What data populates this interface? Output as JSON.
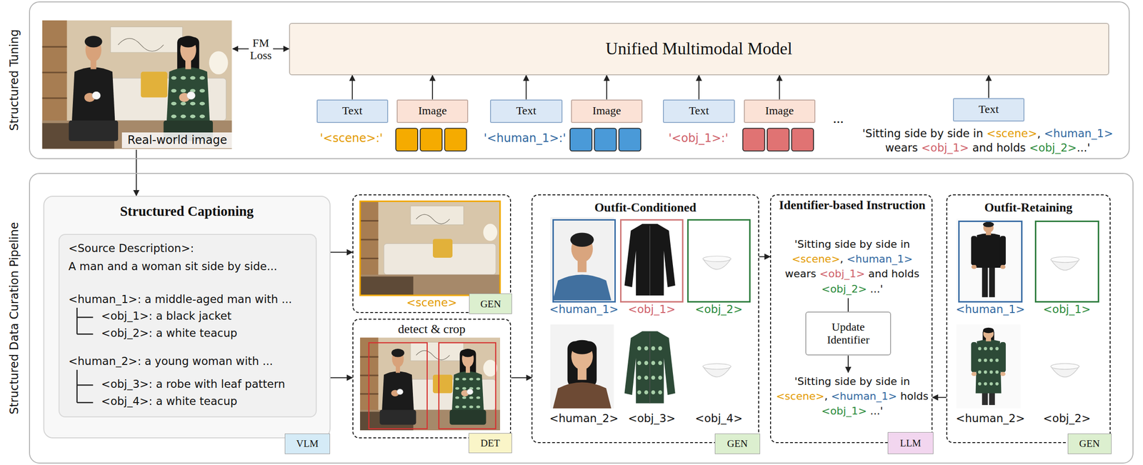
{
  "diagram": {
    "nodes": [
      {
        "text": [
          "Structured Tuning"
        ]
      },
      {
        "text": [
          "Real-world image"
        ],
        "in": 0
      },
      {
        "text": [
          "Unified Multimodal Model"
        ],
        "in": 0
      },
      {
        "text": [
          "Text"
        ],
        "in": 0
      },
      {
        "text": [
          "Image"
        ],
        "in": 0
      },
      {
        "text": [
          "Text"
        ],
        "in": 0
      },
      {
        "text": [
          "Image"
        ],
        "in": 0
      },
      {
        "text": [
          "Text"
        ],
        "in": 0
      },
      {
        "text": [
          "Image"
        ],
        "in": 0
      },
      {
        "text": [
          "Text"
        ],
        "in": 0
      },
      {
        "text": [
          "Structured Data Curation Pipeline"
        ]
      },
      {
        "text": [
          "Structured Captioning"
        ],
        "in": 10
      },
      {
        "text": [
          "<Source Description>:",
          "A man and a woman sit side by side...",
          "<human_1>: a middle-aged man with ...",
          "<obj_1>: a black jacket",
          "<obj_2>: a white teacup",
          "<human_2>: a young woman with ...",
          "<obj_3>: a robe with leaf pattern",
          "<obj_4>: a white teacup"
        ],
        "in": 11
      },
      {
        "text": [
          "VLM"
        ],
        "in": 11
      },
      {
        "text": [
          "<scene>"
        ],
        "in": 10
      },
      {
        "text": [
          "GEN"
        ],
        "in": 14
      },
      {
        "text": [
          "detect & crop"
        ],
        "in": 10
      },
      {
        "text": [
          "DET"
        ],
        "in": 16
      },
      {
        "text": [
          "Outfit-Conditioned"
        ],
        "in": 10
      },
      {
        "text": [
          "<human_1>"
        ],
        "in": 18
      },
      {
        "text": [
          "<obj_1>"
        ],
        "in": 18
      },
      {
        "text": [
          "<obj_2>"
        ],
        "in": 18
      },
      {
        "text": [
          "<human_2>"
        ],
        "in": 18
      },
      {
        "text": [
          "<obj_3>"
        ],
        "in": 18
      },
      {
        "text": [
          "<obj_4>"
        ],
        "in": 18
      },
      {
        "text": [
          "GEN"
        ],
        "in": 18
      },
      {
        "text": [
          "Identifier-based Instruction",
          "'Sitting side by side in <scene>, <human_1> wears <obj_1> and holds <obj_2> ...'",
          "'Sitting side by side in <scene>, <human_1> holds <obj_1> ...'"
        ],
        "in": 10
      },
      {
        "text": [
          "Update Identifier"
        ],
        "in": 26
      },
      {
        "text": [
          "LLM"
        ],
        "in": 26
      },
      {
        "text": [
          "Outfit-Retaining"
        ],
        "in": 10
      },
      {
        "text": [
          "<human_1>"
        ],
        "in": 29
      },
      {
        "text": [
          "<obj_1>"
        ],
        "in": 29
      },
      {
        "text": [
          "<human_2>"
        ],
        "in": 29
      },
      {
        "text": [
          "<obj_2>"
        ],
        "in": 29
      },
      {
        "text": [
          "GEN"
        ],
        "in": 29
      }
    ],
    "edges": [
      {
        "from": 1,
        "to": 2,
        "label": "FM Loss",
        "arrow": "both"
      },
      {
        "from": 3,
        "to": 2,
        "arrow": "to"
      },
      {
        "from": 4,
        "to": 2,
        "arrow": "to"
      },
      {
        "from": 5,
        "to": 2,
        "arrow": "to"
      },
      {
        "from": 6,
        "to": 2,
        "arrow": "to"
      },
      {
        "from": 7,
        "to": 2,
        "arrow": "to"
      },
      {
        "from": 8,
        "to": 2,
        "arrow": "to"
      },
      {
        "from": 9,
        "to": 2,
        "arrow": "to"
      },
      {
        "from": 1,
        "to": 11,
        "arrow": "to"
      },
      {
        "from": 11,
        "to": 14,
        "arrow": "to"
      },
      {
        "from": 11,
        "to": 16,
        "arrow": "to"
      },
      {
        "from": 16,
        "to": 18,
        "arrow": "to"
      },
      {
        "from": 18,
        "to": 26,
        "arrow": "to"
      },
      {
        "from": 29,
        "to": 26,
        "arrow": "to"
      }
    ],
    "labels": [
      "'<scene>:'",
      "'<human_1>:'",
      "'<obj_1>:'",
      "...",
      "'Sitting side by side in <scene>, <human_1> wears <obj_1> and holds <obj_2>...'"
    ]
  }
}
